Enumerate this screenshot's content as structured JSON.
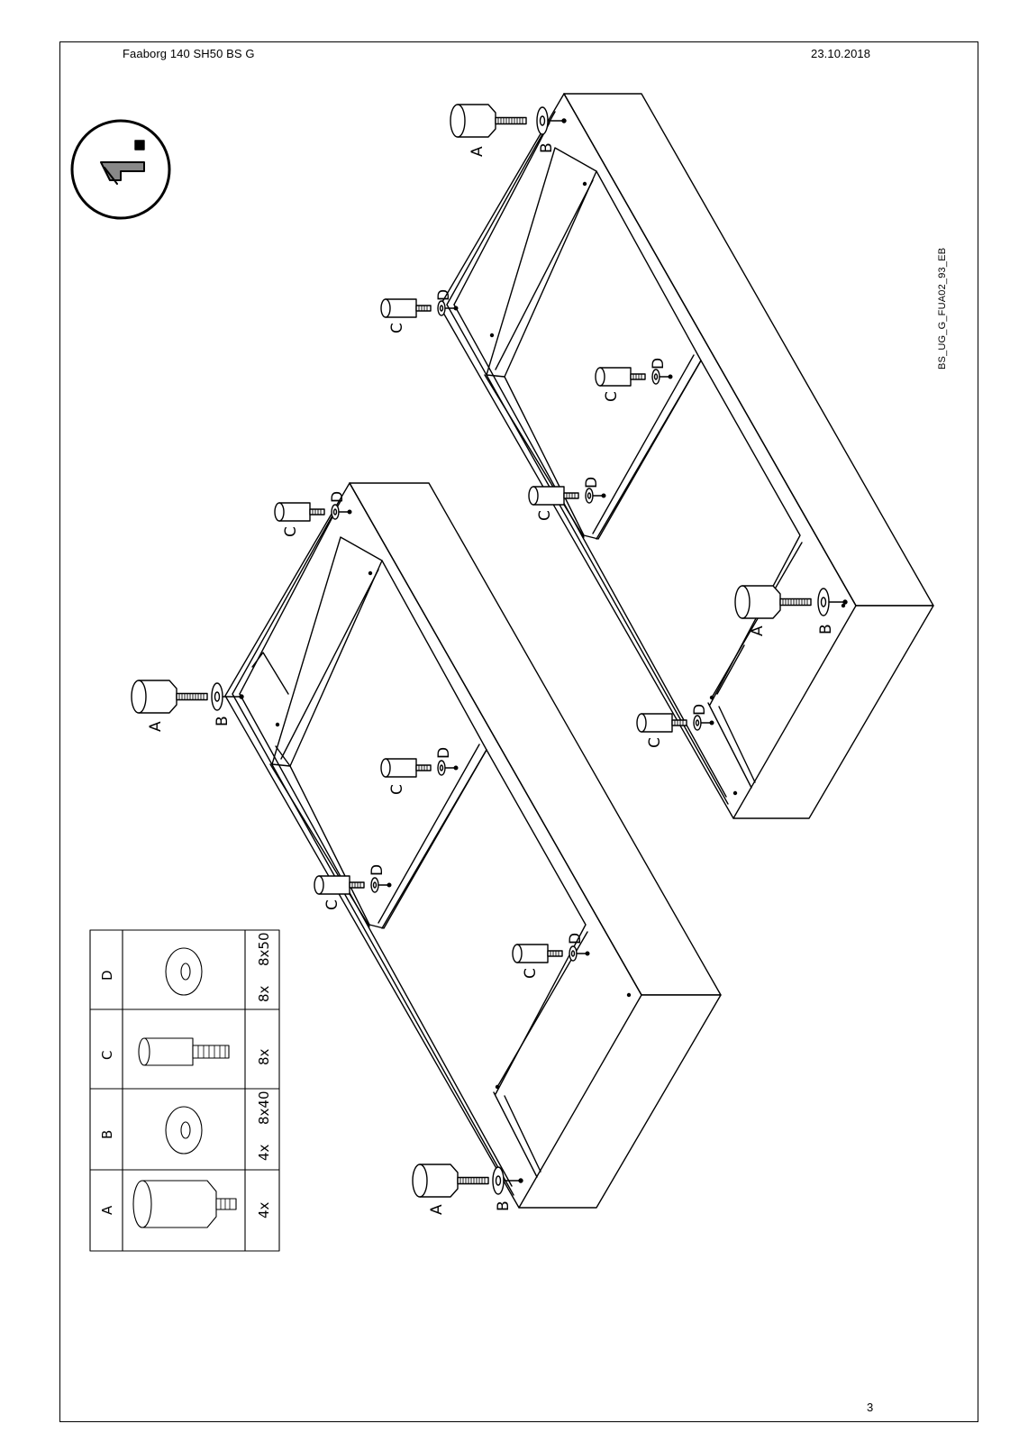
{
  "header": {
    "product": "Faaborg 140 SH50 BS G",
    "date": "23.10.2018"
  },
  "footer": {
    "page_number": "3"
  },
  "side": {
    "drawing_code": "BS_UG_G_FUA02_93_EB"
  },
  "step": {
    "icon": "one-person-icon"
  },
  "parts": [
    {
      "letter": "A",
      "qty": "4x",
      "size": ""
    },
    {
      "letter": "B",
      "qty": "4x",
      "size": "8x40"
    },
    {
      "letter": "C",
      "qty": "8x",
      "size": ""
    },
    {
      "letter": "D",
      "qty": "8x",
      "size": "8x50"
    }
  ],
  "callouts": {
    "a": "A",
    "b": "B",
    "c": "C",
    "d": "D"
  }
}
